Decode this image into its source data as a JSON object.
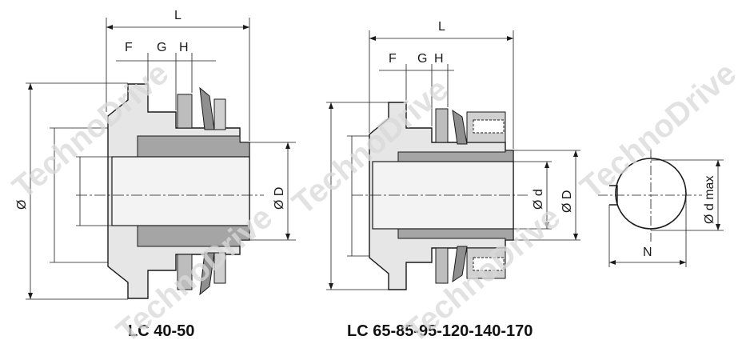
{
  "drawing_left": {
    "caption": "LC 40-50",
    "dim_L": "L",
    "dim_F": "F",
    "dim_G": "G",
    "dim_H": "H",
    "dim_D": "Ø D",
    "dim_outer": "Ø"
  },
  "drawing_middle": {
    "caption": "LC 65-85-95-120-140-170",
    "dim_L": "L",
    "dim_F": "F",
    "dim_G": "G",
    "dim_H": "H",
    "dim_d": "Ø d",
    "dim_D": "Ø D"
  },
  "drawing_right": {
    "dim_dmax": "Ø d max",
    "dim_N": "N"
  },
  "watermark": "TechnoDrive",
  "colors": {
    "body_fill": "#e8e8e8",
    "hub_fill": "#cfcfcf",
    "bore_fill": "#f2f2f2",
    "dark_fill": "#8f8f8f",
    "line": "#1a1a1a"
  }
}
